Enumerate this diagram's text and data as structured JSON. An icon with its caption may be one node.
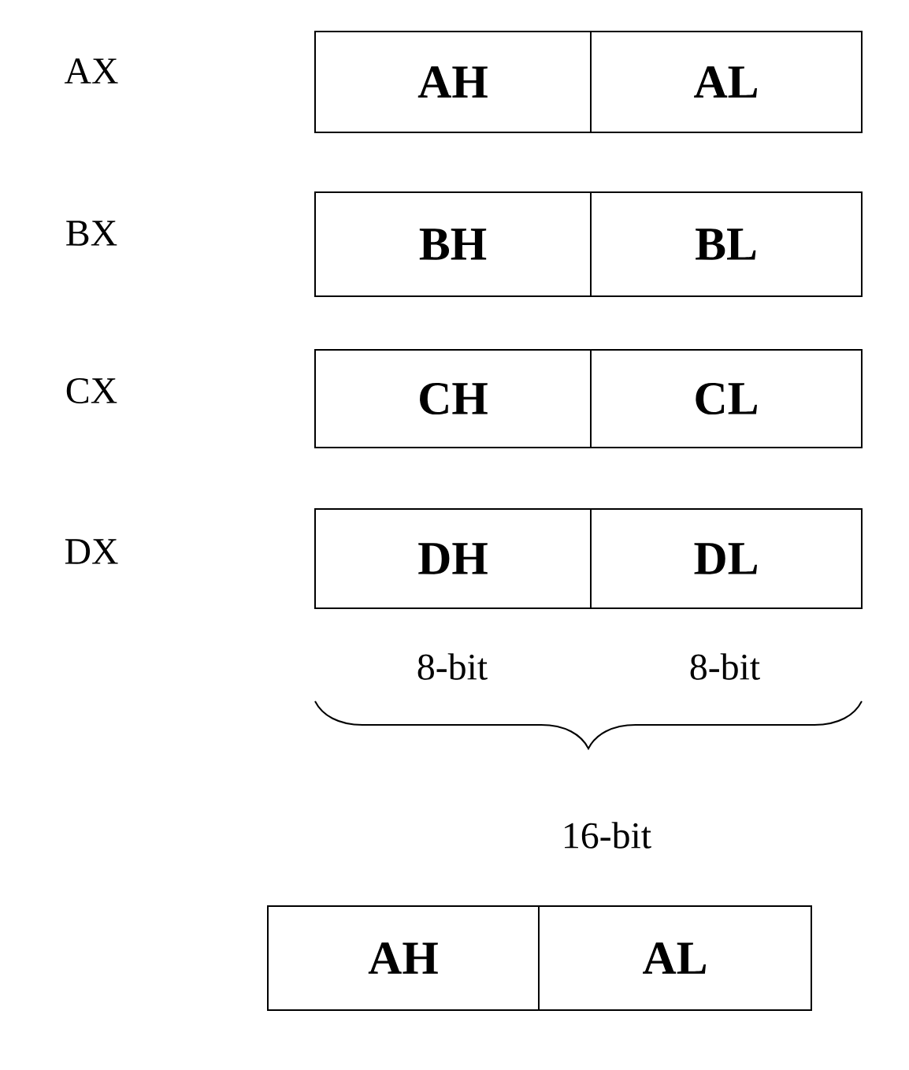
{
  "diagram": {
    "nodes": [
      {
        "text": [
          "AH"
        ]
      },
      {
        "text": [
          "AL"
        ]
      },
      {
        "text": [
          "BH"
        ]
      },
      {
        "text": [
          "BL"
        ]
      },
      {
        "text": [
          "CH"
        ]
      },
      {
        "text": [
          "CL"
        ]
      },
      {
        "text": [
          "DH"
        ]
      },
      {
        "text": [
          "DL"
        ]
      },
      {
        "text": [
          "AH"
        ]
      },
      {
        "text": [
          "AL"
        ]
      }
    ],
    "edges": [],
    "labels": [
      "AX",
      "BX",
      "CX",
      "DX",
      "8-bit",
      "8-bit",
      "16-bit"
    ]
  }
}
